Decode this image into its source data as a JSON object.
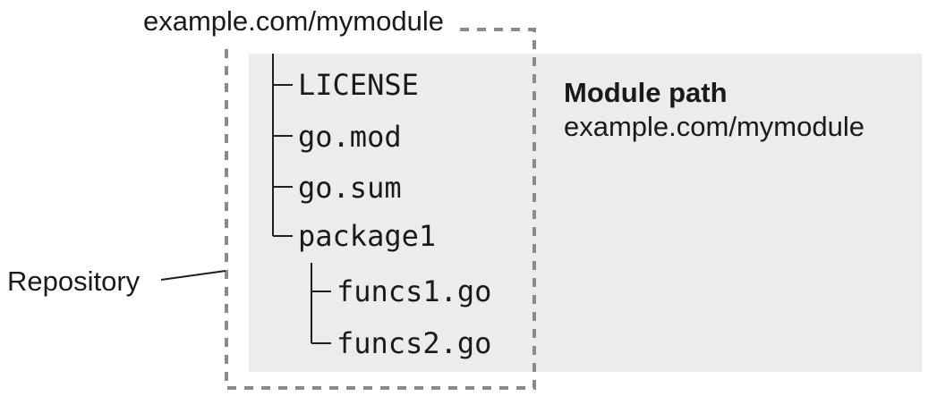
{
  "diagram": {
    "repository": {
      "label": "Repository",
      "title": "example.com/mymodule"
    },
    "file_tree": {
      "items": [
        {
          "name": "LICENSE",
          "depth": 0
        },
        {
          "name": "go.mod",
          "depth": 0
        },
        {
          "name": "go.sum",
          "depth": 0
        },
        {
          "name": "package1",
          "depth": 0
        },
        {
          "name": "funcs1.go",
          "depth": 1
        },
        {
          "name": "funcs2.go",
          "depth": 1
        }
      ]
    },
    "module_info": {
      "heading": "Module path",
      "value": "example.com/mymodule"
    },
    "colors": {
      "panel_background": "#ececec",
      "dashed_border": "#8a8a8a",
      "line": "#1f1f1f",
      "text": "#1a1a1a",
      "page_background": "#ffffff"
    }
  }
}
